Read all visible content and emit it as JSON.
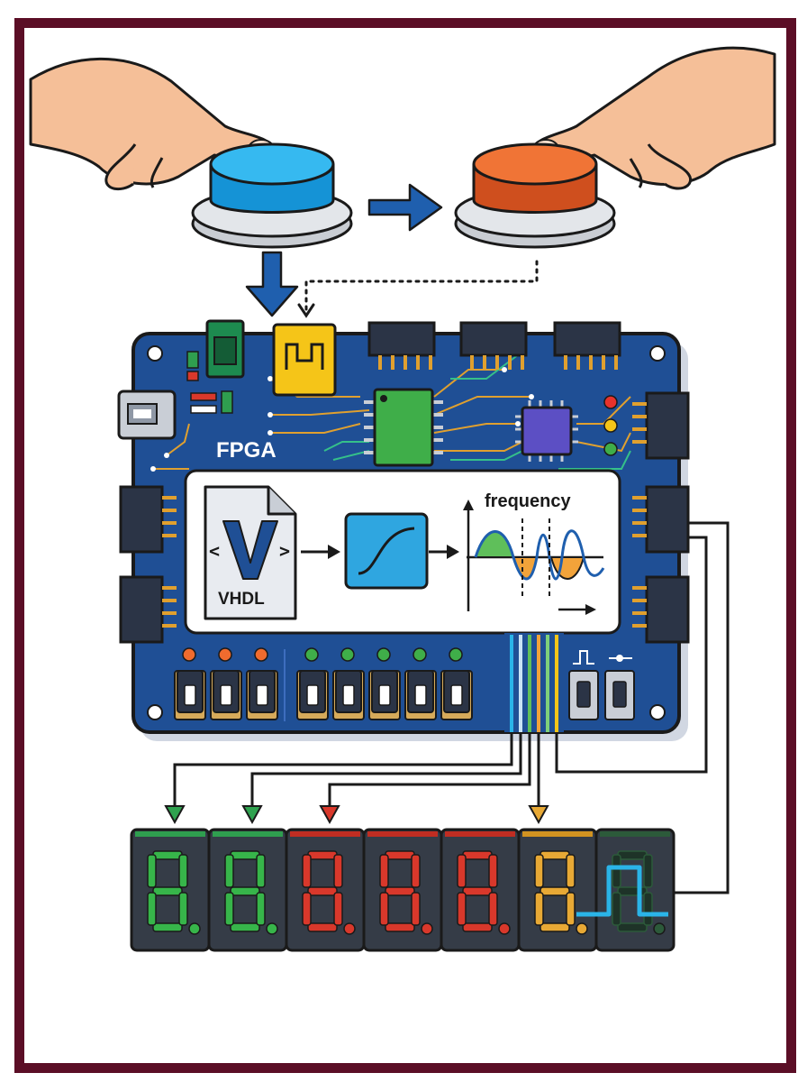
{
  "board": {
    "label": "FPGA"
  },
  "flow": {
    "source_label": "VHDL",
    "graph_label": "frequency"
  },
  "colors": {
    "frame": "#5b0e26",
    "board": "#1f4f95",
    "button_start": "#1fa9e8",
    "button_stop": "#e8622a",
    "arrow": "#1f5fae",
    "digit_green": "#37b54a",
    "digit_red": "#d9382b",
    "digit_yellow": "#e8a935",
    "pulse": "#2ab4e8"
  },
  "leds": [
    "orange",
    "orange",
    "orange",
    "green",
    "green",
    "green",
    "green",
    "green"
  ],
  "status_leds": [
    "red",
    "yellow",
    "green"
  ],
  "display": {
    "digits": [
      "green",
      "green",
      "red",
      "red",
      "red",
      "yellow",
      "dark"
    ]
  }
}
